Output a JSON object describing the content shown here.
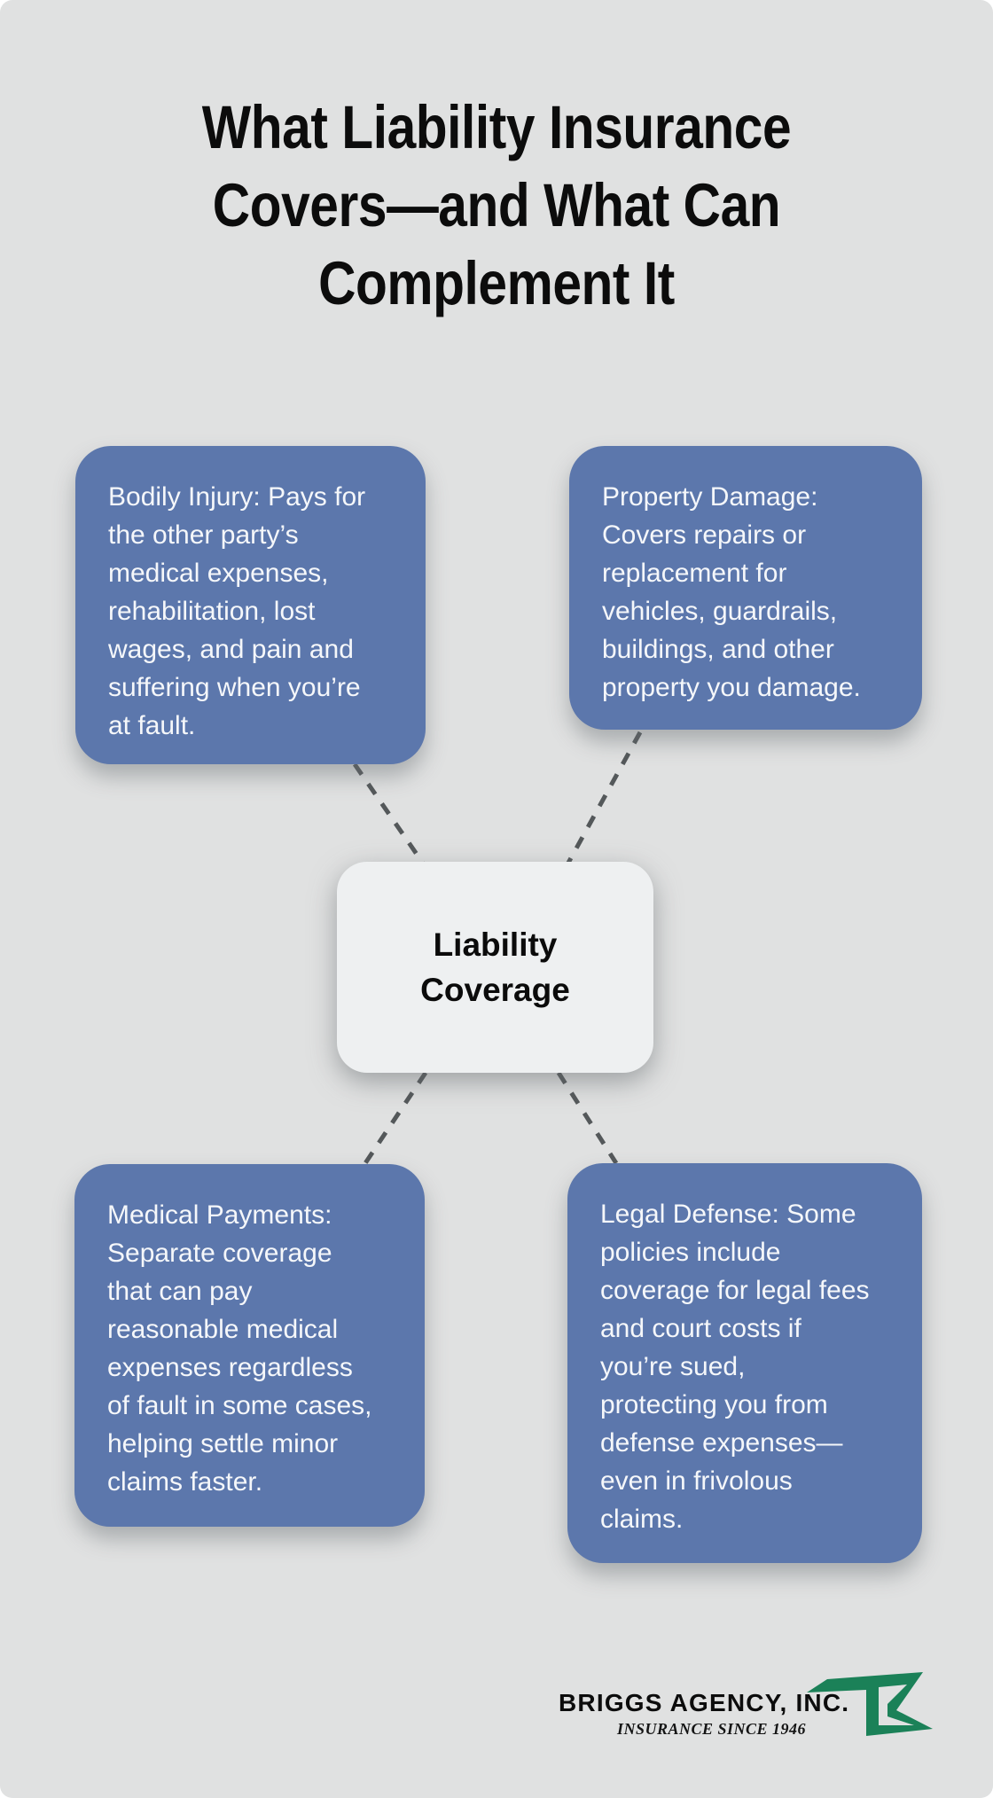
{
  "title": "What Liability Insurance\nCovers—and What Can\nComplement It",
  "center_node": {
    "label": "Liability\nCoverage"
  },
  "nodes": [
    {
      "id": "bodily-injury",
      "text": "Bodily Injury: Pays for\nthe other party’s\nmedical expenses,\nrehabilitation, lost\nwages, and pain and\nsuffering when you’re\nat fault."
    },
    {
      "id": "property-damage",
      "text": "Property Damage:\nCovers repairs or\nreplacement for\nvehicles, guardrails,\nbuildings, and other\nproperty you damage."
    },
    {
      "id": "medical-payments",
      "text": "Medical Payments:\nSeparate coverage\nthat can pay\nreasonable medical\nexpenses regardless\nof fault in some cases,\nhelping settle minor\nclaims faster."
    },
    {
      "id": "legal-defense",
      "text": "Legal Defense: Some\npolicies include\ncoverage for legal fees\nand court costs if\nyou’re sued,\nprotecting you from\ndefense expenses—\neven in frivolous\nclaims."
    }
  ],
  "footer": {
    "brand": "BRIGGS AGENCY, INC.",
    "tagline": "INSURANCE SINCE 1946",
    "logo_icon": "briggs-b-mark"
  },
  "colors": {
    "background": "#e0e1e1",
    "node_fill": "#5c77ac",
    "node_text": "#f5f7fa",
    "center_fill": "#eef0f1",
    "title_text": "#0c0c0c",
    "connector": "#54585a",
    "logo_green": "#1b8158"
  }
}
